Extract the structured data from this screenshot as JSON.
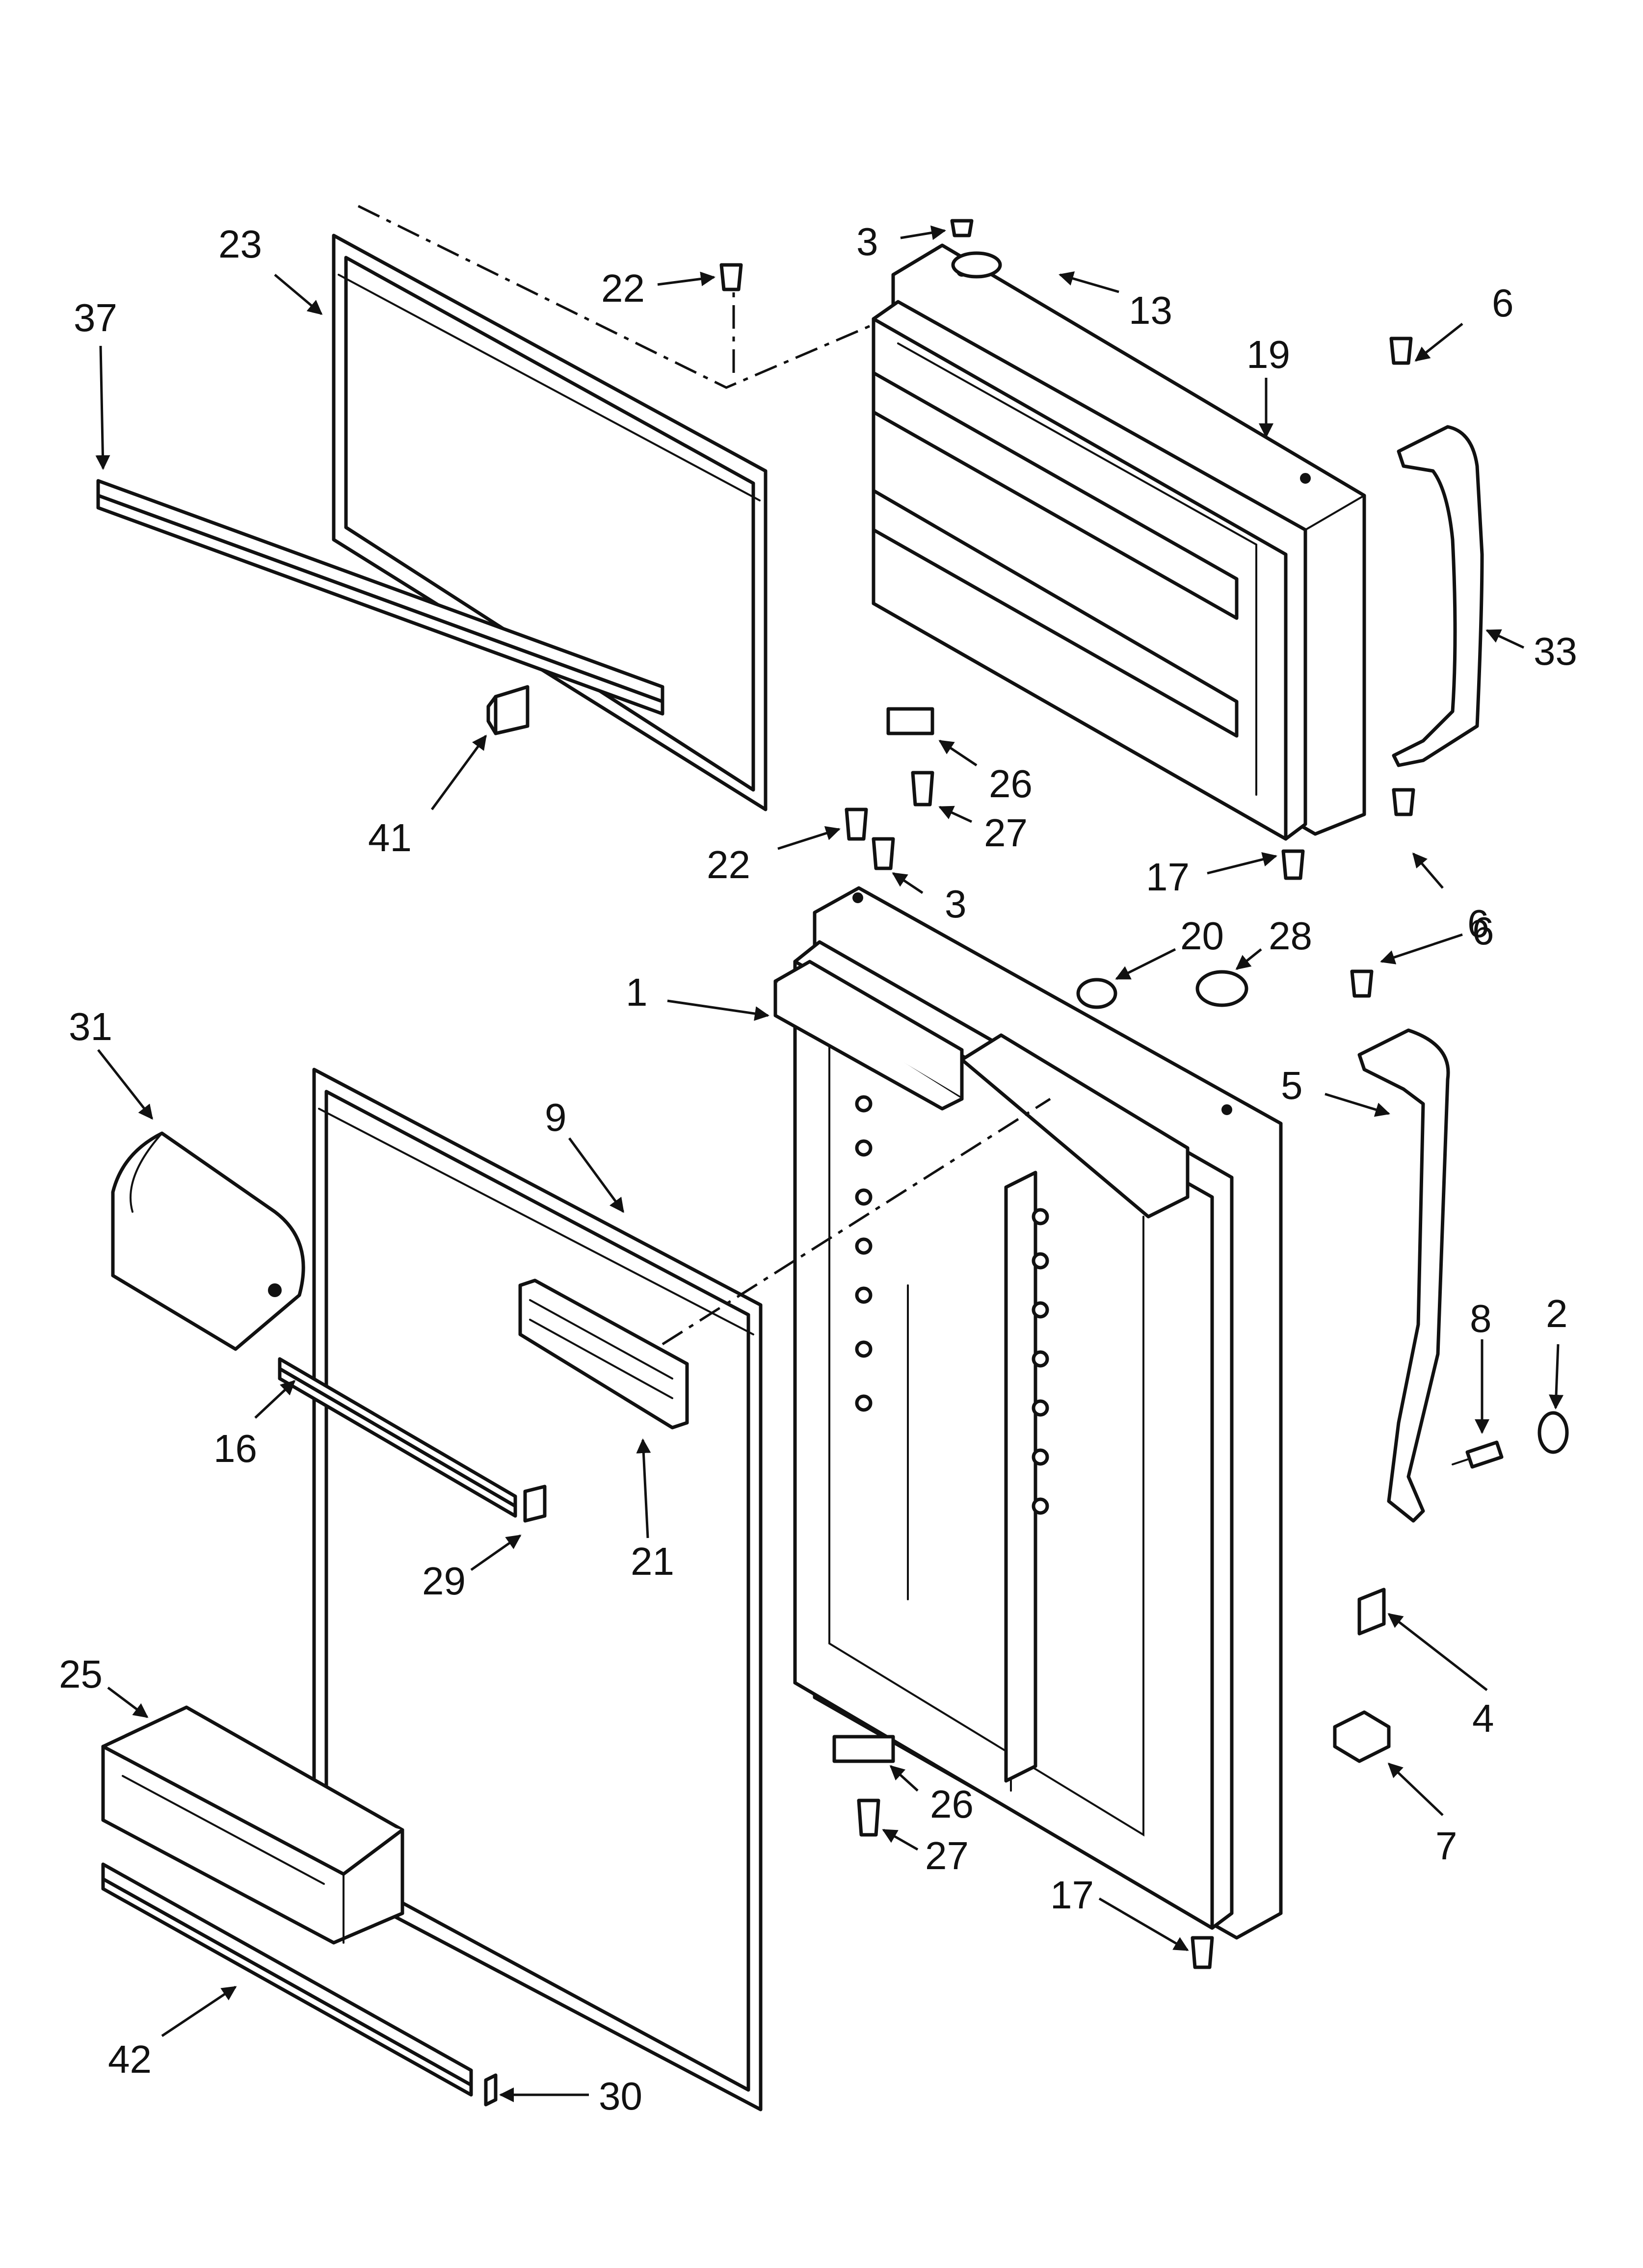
{
  "diagram": {
    "callouts": {
      "c1": "1",
      "c2": "2",
      "c3a": "3",
      "c3b": "3",
      "c4": "4",
      "c5": "5",
      "c6a": "6",
      "c6b": "6",
      "c6c": "6",
      "c7": "7",
      "c8": "8",
      "c9": "9",
      "c13": "13",
      "c16": "16",
      "c17a": "17",
      "c17b": "17",
      "c19": "19",
      "c20": "20",
      "c21": "21",
      "c22a": "22",
      "c22b": "22",
      "c23": "23",
      "c25": "25",
      "c26a": "26",
      "c26b": "26",
      "c27a": "27",
      "c27b": "27",
      "c28": "28",
      "c29": "29",
      "c30": "30",
      "c31": "31",
      "c33": "33",
      "c37": "37",
      "c41": "41",
      "c42": "42"
    }
  }
}
